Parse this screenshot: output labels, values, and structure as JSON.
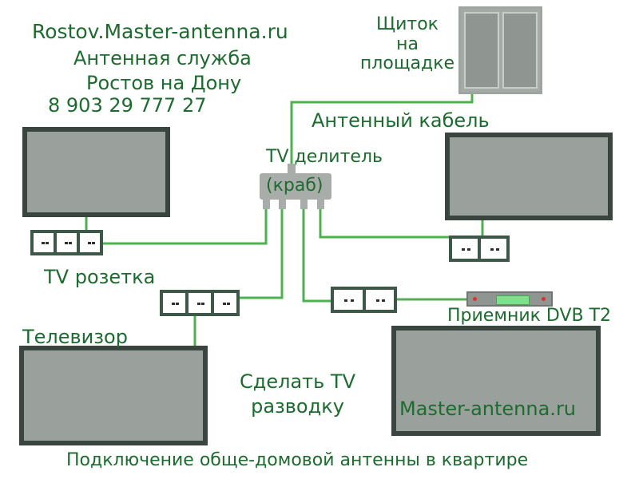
{
  "header": {
    "site": "Rostov.Master-antenna.ru",
    "service": "Антенная служба",
    "city": "Ростов на Дону",
    "phone": "8 903 29 777 27"
  },
  "labels": {
    "panel": [
      "Щиток",
      "на",
      "площадке"
    ],
    "cable": "Антенный кабель",
    "splitter": "TV делитель",
    "splitter_alias": "(краб)",
    "socket": "TV розетка",
    "tv": "Телевизор",
    "receiver": "Приемник DVB T2",
    "cta": [
      "Сделать TV",
      "разводку"
    ],
    "watermark": "Master-antenna.ru",
    "footer": "Подключение обще-домовой антенны в квартире"
  },
  "colors": {
    "text": "#1d6b2f",
    "cable": "#4fb04f",
    "tv_frame": "#3a4540",
    "tv_screen": "#9aa19c",
    "socket_plate": "#3d5848"
  }
}
